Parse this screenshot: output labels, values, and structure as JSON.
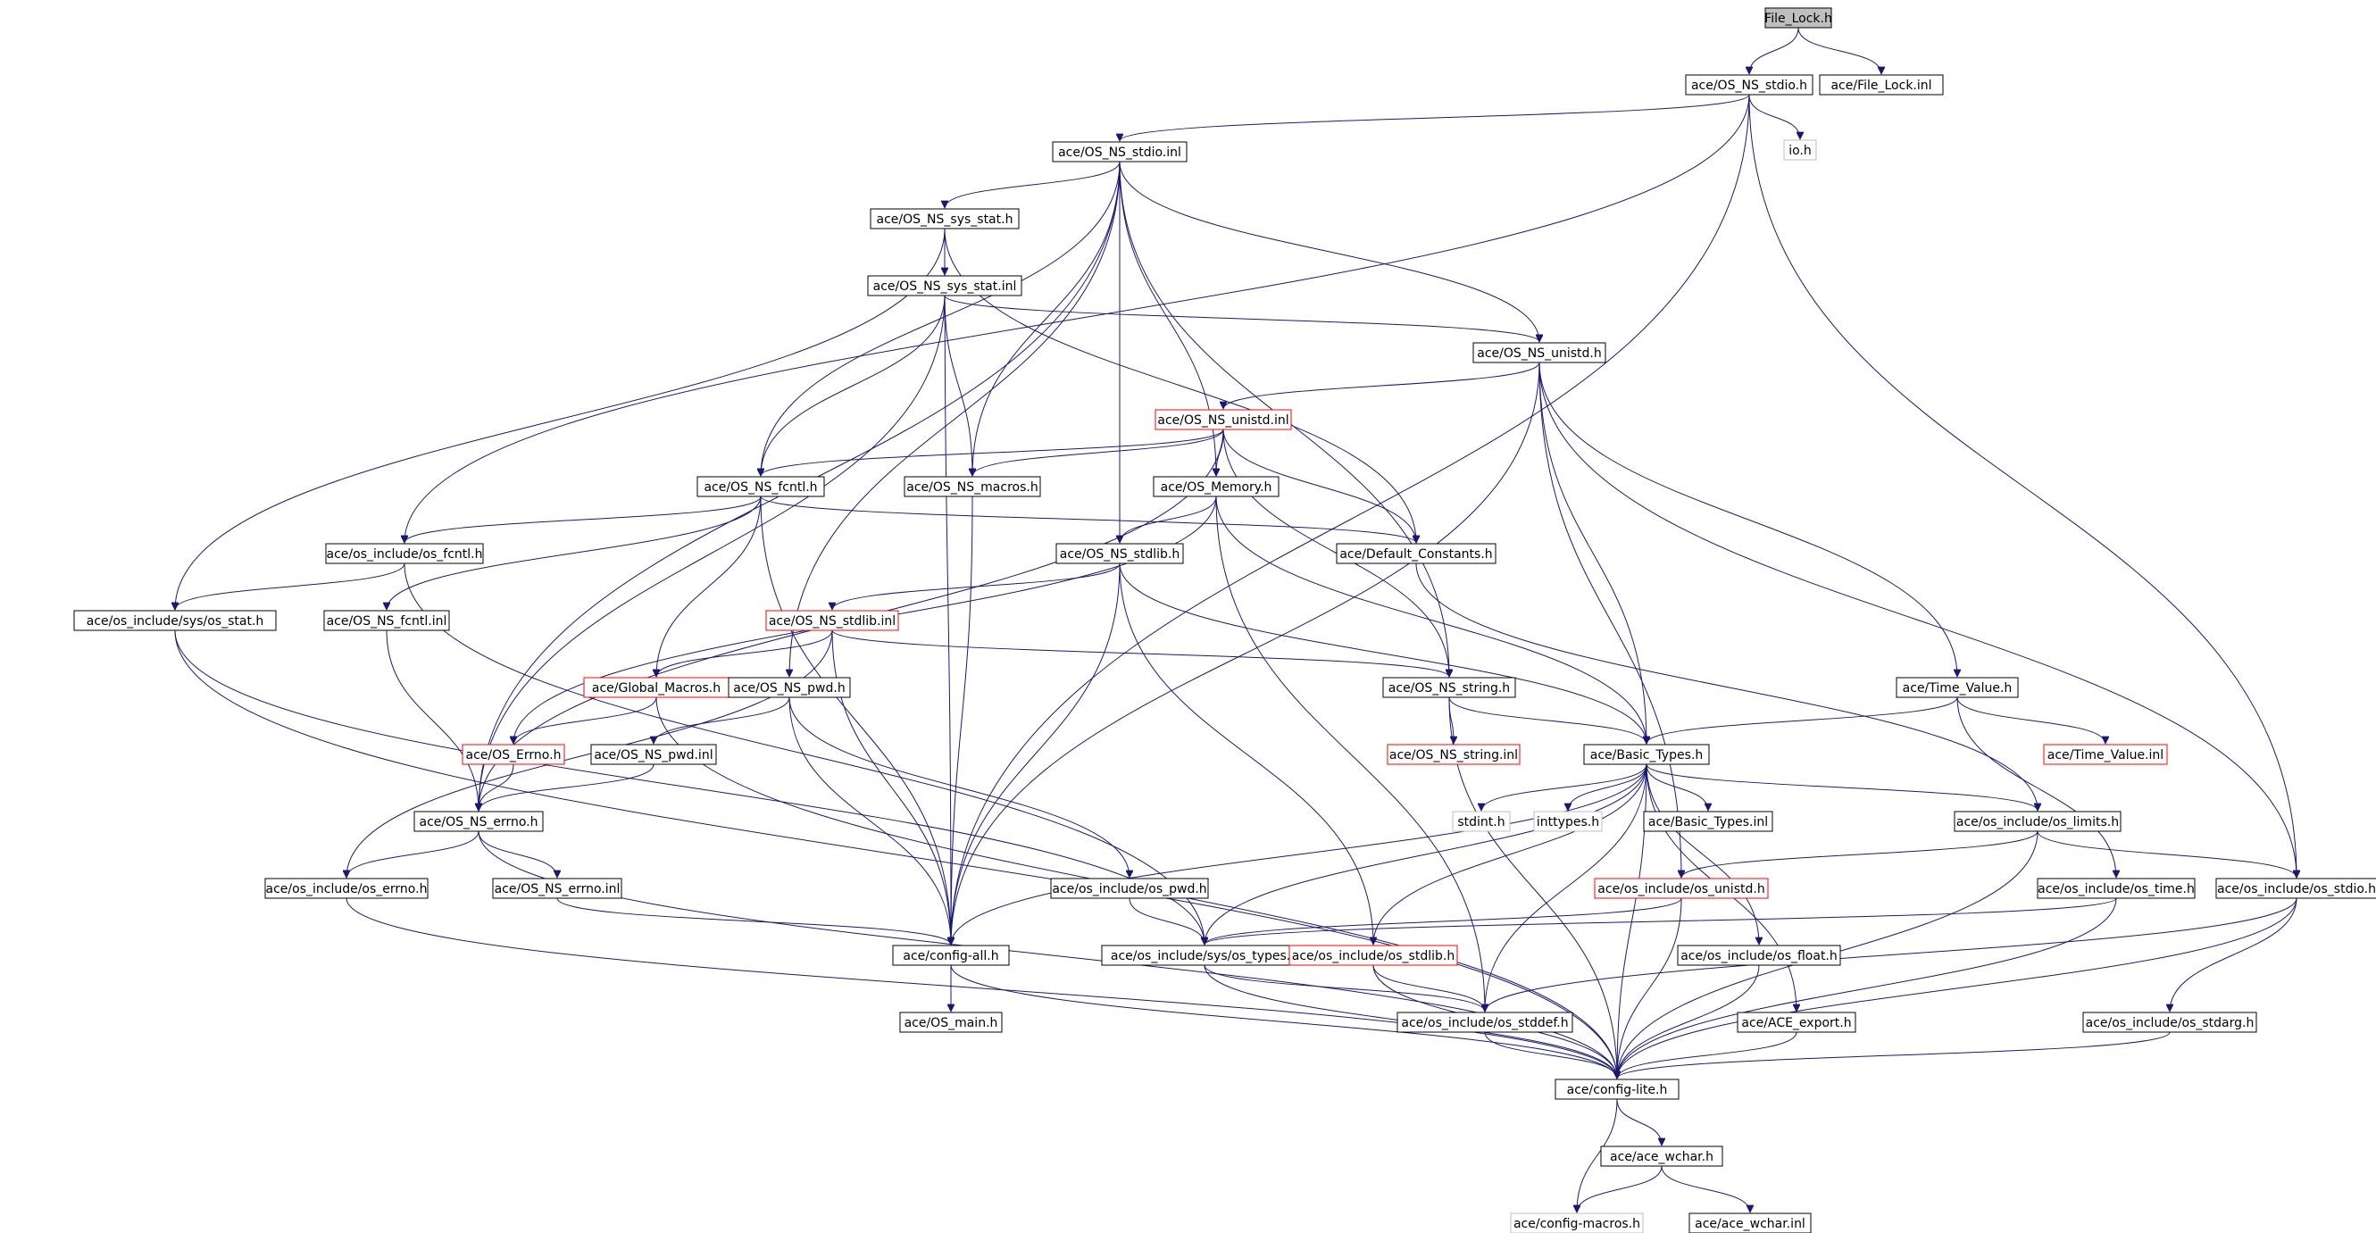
{
  "colors": {
    "edge": "#191970",
    "border_normal": "#000000",
    "border_truncated": "#ff0000",
    "border_external": "#bfbfbf",
    "fill_root": "#bfbfbf",
    "text_normal": "#000000",
    "text_external": "#7f7f7f"
  },
  "graph": {
    "nodes": [
      {
        "id": "file_lock_h",
        "label": "File_Lock.h",
        "kind": "root"
      },
      {
        "id": "os_ns_stdio_h",
        "label": "ace/OS_NS_stdio.h",
        "kind": "normal"
      },
      {
        "id": "file_lock_inl",
        "label": "ace/File_Lock.inl",
        "kind": "normal"
      },
      {
        "id": "os_ns_stdio_inl",
        "label": "ace/OS_NS_stdio.inl",
        "kind": "normal"
      },
      {
        "id": "io_h",
        "label": "io.h",
        "kind": "external"
      },
      {
        "id": "os_ns_sys_stat_h",
        "label": "ace/OS_NS_sys_stat.h",
        "kind": "normal"
      },
      {
        "id": "os_ns_sys_stat_inl",
        "label": "ace/OS_NS_sys_stat.inl",
        "kind": "normal"
      },
      {
        "id": "os_ns_unistd_h",
        "label": "ace/OS_NS_unistd.h",
        "kind": "normal"
      },
      {
        "id": "os_ns_unistd_inl",
        "label": "ace/OS_NS_unistd.inl",
        "kind": "truncated"
      },
      {
        "id": "os_ns_fcntl_h",
        "label": "ace/OS_NS_fcntl.h",
        "kind": "normal"
      },
      {
        "id": "os_ns_macros_h",
        "label": "ace/OS_NS_macros.h",
        "kind": "normal"
      },
      {
        "id": "os_memory_h",
        "label": "ace/OS_Memory.h",
        "kind": "normal"
      },
      {
        "id": "os_include_os_fcntl_h",
        "label": "ace/os_include/os_fcntl.h",
        "kind": "normal"
      },
      {
        "id": "os_ns_stdlib_h",
        "label": "ace/OS_NS_stdlib.h",
        "kind": "normal"
      },
      {
        "id": "default_constants_h",
        "label": "ace/Default_Constants.h",
        "kind": "normal"
      },
      {
        "id": "os_include_sys_os_stat_h",
        "label": "ace/os_include/sys/os_stat.h",
        "kind": "normal"
      },
      {
        "id": "os_ns_fcntl_inl",
        "label": "ace/OS_NS_fcntl.inl",
        "kind": "normal"
      },
      {
        "id": "os_ns_stdlib_inl",
        "label": "ace/OS_NS_stdlib.inl",
        "kind": "truncated"
      },
      {
        "id": "global_macros_h",
        "label": "ace/Global_Macros.h",
        "kind": "truncated"
      },
      {
        "id": "os_ns_pwd_h",
        "label": "ace/OS_NS_pwd.h",
        "kind": "normal"
      },
      {
        "id": "os_ns_string_h",
        "label": "ace/OS_NS_string.h",
        "kind": "normal"
      },
      {
        "id": "time_value_h",
        "label": "ace/Time_Value.h",
        "kind": "normal"
      },
      {
        "id": "os_errno_h",
        "label": "ace/OS_Errno.h",
        "kind": "truncated"
      },
      {
        "id": "os_ns_pwd_inl",
        "label": "ace/OS_NS_pwd.inl",
        "kind": "normal"
      },
      {
        "id": "os_ns_string_inl",
        "label": "ace/OS_NS_string.inl",
        "kind": "truncated"
      },
      {
        "id": "basic_types_h",
        "label": "ace/Basic_Types.h",
        "kind": "normal"
      },
      {
        "id": "time_value_inl",
        "label": "ace/Time_Value.inl",
        "kind": "truncated"
      },
      {
        "id": "os_ns_errno_h",
        "label": "ace/OS_NS_errno.h",
        "kind": "normal"
      },
      {
        "id": "stdint_h",
        "label": "stdint.h",
        "kind": "external"
      },
      {
        "id": "inttypes_h",
        "label": "inttypes.h",
        "kind": "external"
      },
      {
        "id": "basic_types_inl",
        "label": "ace/Basic_Types.inl",
        "kind": "normal"
      },
      {
        "id": "os_include_os_limits_h",
        "label": "ace/os_include/os_limits.h",
        "kind": "normal"
      },
      {
        "id": "os_include_os_errno_h",
        "label": "ace/os_include/os_errno.h",
        "kind": "normal"
      },
      {
        "id": "os_ns_errno_inl",
        "label": "ace/OS_NS_errno.inl",
        "kind": "normal"
      },
      {
        "id": "os_include_os_pwd_h",
        "label": "ace/os_include/os_pwd.h",
        "kind": "normal"
      },
      {
        "id": "os_include_os_unistd_h",
        "label": "ace/os_include/os_unistd.h",
        "kind": "truncated"
      },
      {
        "id": "os_include_os_time_h",
        "label": "ace/os_include/os_time.h",
        "kind": "normal"
      },
      {
        "id": "os_include_os_stdio_h",
        "label": "ace/os_include/os_stdio.h",
        "kind": "normal"
      },
      {
        "id": "config_all_h",
        "label": "ace/config-all.h",
        "kind": "normal"
      },
      {
        "id": "os_include_sys_os_types_h",
        "label": "ace/os_include/sys/os_types.h",
        "kind": "normal"
      },
      {
        "id": "os_include_os_stdlib_h",
        "label": "ace/os_include/os_stdlib.h",
        "kind": "truncated"
      },
      {
        "id": "os_include_os_float_h",
        "label": "ace/os_include/os_float.h",
        "kind": "normal"
      },
      {
        "id": "os_main_h",
        "label": "ace/OS_main.h",
        "kind": "normal"
      },
      {
        "id": "os_include_os_stddef_h",
        "label": "ace/os_include/os_stddef.h",
        "kind": "normal"
      },
      {
        "id": "ace_export_h",
        "label": "ace/ACE_export.h",
        "kind": "normal"
      },
      {
        "id": "os_include_os_stdarg_h",
        "label": "ace/os_include/os_stdarg.h",
        "kind": "normal"
      },
      {
        "id": "config_lite_h",
        "label": "ace/config-lite.h",
        "kind": "normal"
      },
      {
        "id": "ace_wchar_h",
        "label": "ace/ace_wchar.h",
        "kind": "normal"
      },
      {
        "id": "config_macros_h",
        "label": "ace/config-macros.h",
        "kind": "external"
      },
      {
        "id": "ace_wchar_inl",
        "label": "ace/ace_wchar.inl",
        "kind": "normal"
      }
    ],
    "edges": [
      [
        "file_lock_h",
        "os_ns_stdio_h"
      ],
      [
        "file_lock_h",
        "file_lock_inl"
      ],
      [
        "os_ns_stdio_h",
        "os_ns_stdio_inl"
      ],
      [
        "os_ns_stdio_h",
        "io_h"
      ],
      [
        "os_ns_stdio_h",
        "os_include_os_fcntl_h"
      ],
      [
        "os_ns_stdio_h",
        "os_include_os_stdio_h"
      ],
      [
        "os_ns_stdio_h",
        "config_all_h"
      ],
      [
        "os_ns_stdio_inl",
        "os_ns_sys_stat_h"
      ],
      [
        "os_ns_stdio_inl",
        "os_ns_unistd_h"
      ],
      [
        "os_ns_stdio_inl",
        "os_ns_fcntl_h"
      ],
      [
        "os_ns_stdio_inl",
        "os_ns_macros_h"
      ],
      [
        "os_ns_stdio_inl",
        "os_memory_h"
      ],
      [
        "os_ns_stdio_inl",
        "os_ns_stdlib_h"
      ],
      [
        "os_ns_stdio_inl",
        "os_ns_pwd_h"
      ],
      [
        "os_ns_stdio_inl",
        "os_ns_string_h"
      ],
      [
        "os_ns_stdio_inl",
        "os_ns_errno_h"
      ],
      [
        "os_ns_sys_stat_h",
        "os_ns_sys_stat_inl"
      ],
      [
        "os_ns_sys_stat_h",
        "os_include_sys_os_stat_h"
      ],
      [
        "os_ns_sys_stat_h",
        "default_constants_h"
      ],
      [
        "os_ns_sys_stat_h",
        "config_all_h"
      ],
      [
        "os_ns_sys_stat_inl",
        "os_ns_unistd_h"
      ],
      [
        "os_ns_sys_stat_inl",
        "os_ns_fcntl_h"
      ],
      [
        "os_ns_sys_stat_inl",
        "os_ns_macros_h"
      ],
      [
        "os_ns_sys_stat_inl",
        "os_ns_errno_h"
      ],
      [
        "os_ns_unistd_h",
        "os_ns_unistd_inl"
      ],
      [
        "os_ns_unistd_h",
        "time_value_h"
      ],
      [
        "os_ns_unistd_h",
        "basic_types_h"
      ],
      [
        "os_ns_unistd_h",
        "os_include_os_stdio_h"
      ],
      [
        "os_ns_unistd_h",
        "os_include_os_unistd_h"
      ],
      [
        "os_ns_unistd_h",
        "config_all_h"
      ],
      [
        "os_ns_unistd_inl",
        "os_ns_fcntl_h"
      ],
      [
        "os_ns_unistd_inl",
        "os_ns_macros_h"
      ],
      [
        "os_ns_unistd_inl",
        "os_memory_h"
      ],
      [
        "os_ns_unistd_inl",
        "default_constants_h"
      ],
      [
        "os_ns_unistd_inl",
        "os_ns_string_h"
      ],
      [
        "os_ns_unistd_inl",
        "os_ns_errno_h"
      ],
      [
        "os_ns_fcntl_h",
        "os_include_os_fcntl_h"
      ],
      [
        "os_ns_fcntl_h",
        "os_ns_fcntl_inl"
      ],
      [
        "os_ns_fcntl_h",
        "global_macros_h"
      ],
      [
        "os_ns_fcntl_h",
        "default_constants_h"
      ],
      [
        "os_ns_fcntl_h",
        "config_all_h"
      ],
      [
        "os_ns_macros_h",
        "config_all_h"
      ],
      [
        "os_memory_h",
        "os_ns_stdlib_h"
      ],
      [
        "os_memory_h",
        "os_errno_h"
      ],
      [
        "os_memory_h",
        "basic_types_h"
      ],
      [
        "os_memory_h",
        "os_include_os_stddef_h"
      ],
      [
        "os_include_os_fcntl_h",
        "os_include_sys_os_stat_h"
      ],
      [
        "os_include_os_fcntl_h",
        "os_include_sys_os_types_h"
      ],
      [
        "os_ns_stdlib_h",
        "os_ns_stdlib_inl"
      ],
      [
        "os_ns_stdlib_h",
        "basic_types_h"
      ],
      [
        "os_ns_stdlib_h",
        "os_include_os_stdlib_h"
      ],
      [
        "os_ns_stdlib_h",
        "config_all_h"
      ],
      [
        "default_constants_h",
        "os_include_os_limits_h"
      ],
      [
        "os_include_sys_os_stat_h",
        "os_include_sys_os_types_h"
      ],
      [
        "os_include_sys_os_stat_h",
        "config_lite_h"
      ],
      [
        "os_ns_fcntl_inl",
        "os_ns_errno_h"
      ],
      [
        "os_ns_stdlib_inl",
        "global_macros_h"
      ],
      [
        "os_ns_stdlib_inl",
        "os_ns_string_h"
      ],
      [
        "os_ns_stdlib_inl",
        "os_include_os_errno_h"
      ],
      [
        "os_ns_stdlib_inl",
        "config_all_h"
      ],
      [
        "global_macros_h",
        "os_errno_h"
      ],
      [
        "global_macros_h",
        "config_lite_h"
      ],
      [
        "os_ns_pwd_h",
        "os_ns_pwd_inl"
      ],
      [
        "os_ns_pwd_h",
        "os_include_os_pwd_h"
      ],
      [
        "os_ns_pwd_h",
        "config_all_h"
      ],
      [
        "os_ns_string_h",
        "os_ns_string_inl"
      ],
      [
        "os_ns_string_h",
        "basic_types_h"
      ],
      [
        "os_ns_string_h",
        "config_lite_h"
      ],
      [
        "time_value_h",
        "basic_types_h"
      ],
      [
        "time_value_h",
        "time_value_inl"
      ],
      [
        "time_value_h",
        "os_include_os_time_h"
      ],
      [
        "os_errno_h",
        "os_ns_errno_h"
      ],
      [
        "os_ns_pwd_inl",
        "os_ns_errno_h"
      ],
      [
        "basic_types_h",
        "stdint_h"
      ],
      [
        "basic_types_h",
        "inttypes_h"
      ],
      [
        "basic_types_h",
        "basic_types_inl"
      ],
      [
        "basic_types_h",
        "os_include_os_limits_h"
      ],
      [
        "basic_types_h",
        "os_include_sys_os_types_h"
      ],
      [
        "basic_types_h",
        "os_include_os_stdlib_h"
      ],
      [
        "basic_types_h",
        "os_include_os_float_h"
      ],
      [
        "basic_types_h",
        "os_include_os_stddef_h"
      ],
      [
        "basic_types_h",
        "ace_export_h"
      ],
      [
        "basic_types_h",
        "config_all_h"
      ],
      [
        "basic_types_h",
        "config_lite_h"
      ],
      [
        "os_include_os_limits_h",
        "os_include_os_unistd_h"
      ],
      [
        "os_include_os_limits_h",
        "os_include_os_stdio_h"
      ],
      [
        "os_include_os_limits_h",
        "config_lite_h"
      ],
      [
        "os_ns_errno_h",
        "os_include_os_errno_h"
      ],
      [
        "os_ns_errno_h",
        "os_ns_errno_inl"
      ],
      [
        "os_ns_errno_h",
        "config_lite_h"
      ],
      [
        "os_include_os_errno_h",
        "config_lite_h"
      ],
      [
        "os_ns_errno_inl",
        "config_all_h"
      ],
      [
        "os_include_os_pwd_h",
        "os_include_sys_os_types_h"
      ],
      [
        "os_include_os_unistd_h",
        "os_include_sys_os_types_h"
      ],
      [
        "os_include_os_unistd_h",
        "config_lite_h"
      ],
      [
        "os_include_os_time_h",
        "config_lite_h"
      ],
      [
        "os_include_os_time_h",
        "os_include_sys_os_types_h"
      ],
      [
        "os_include_os_stdio_h",
        "os_include_os_stddef_h"
      ],
      [
        "os_include_os_stdio_h",
        "os_include_os_stdarg_h"
      ],
      [
        "os_include_os_stdio_h",
        "config_lite_h"
      ],
      [
        "config_all_h",
        "os_main_h"
      ],
      [
        "config_all_h",
        "config_lite_h"
      ],
      [
        "os_include_sys_os_types_h",
        "os_include_os_stddef_h"
      ],
      [
        "os_include_sys_os_types_h",
        "config_lite_h"
      ],
      [
        "os_include_os_stdlib_h",
        "os_include_os_stddef_h"
      ],
      [
        "os_include_os_stdlib_h",
        "config_lite_h"
      ],
      [
        "os_include_os_float_h",
        "config_lite_h"
      ],
      [
        "os_include_os_stddef_h",
        "config_lite_h"
      ],
      [
        "ace_export_h",
        "config_lite_h"
      ],
      [
        "os_include_os_stdarg_h",
        "config_lite_h"
      ],
      [
        "config_lite_h",
        "ace_wchar_h"
      ],
      [
        "config_lite_h",
        "config_macros_h"
      ],
      [
        "ace_wchar_h",
        "config_macros_h"
      ],
      [
        "ace_wchar_h",
        "ace_wchar_inl"
      ]
    ]
  }
}
